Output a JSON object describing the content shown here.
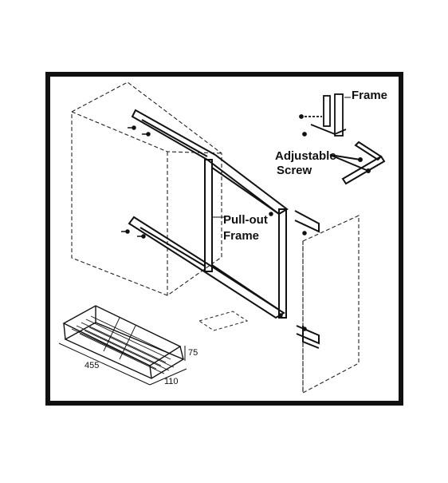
{
  "labels": {
    "frame": "Frame",
    "adjustable_line1": "Adjustable",
    "adjustable_line2": "Screw",
    "pullout_line1": "Pull-out",
    "pullout_line2": "Frame"
  },
  "dimensions": {
    "width": "455",
    "depth": "110",
    "height": "75"
  },
  "colors": {
    "ink": "#111111",
    "background": "#ffffff"
  }
}
